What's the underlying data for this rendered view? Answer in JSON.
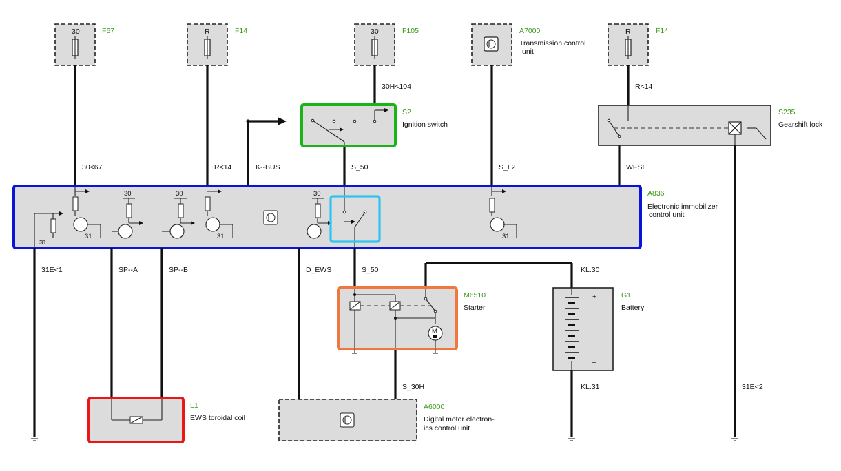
{
  "components": {
    "f67": {
      "tag": "F67",
      "terminal": "30"
    },
    "f14_left": {
      "tag": "F14",
      "terminal": "R"
    },
    "f105": {
      "tag": "F105",
      "terminal": "30"
    },
    "a7000": {
      "tag": "A7000",
      "name_line1": "Transmission control",
      "name_line2": "unit"
    },
    "f14_right": {
      "tag": "F14",
      "terminal": "R"
    },
    "s2": {
      "tag": "S2",
      "name": "Ignition switch"
    },
    "s235": {
      "tag": "S235",
      "name": "Gearshift lock"
    },
    "a836": {
      "tag": "A836",
      "name_line1": "Electronic immobilizer",
      "name_line2": "control unit"
    },
    "m6510": {
      "tag": "M6510",
      "name": "Starter",
      "motor_letter": "M"
    },
    "g1": {
      "tag": "G1",
      "name": "Battery",
      "plus": "+",
      "minus": "–"
    },
    "l1": {
      "tag": "L1",
      "name": "EWS toroidal coil"
    },
    "a6000": {
      "tag": "A6000",
      "name_line1": "Digital motor electron-",
      "name_line2": "ics control unit"
    }
  },
  "wires": {
    "w_30_67": "30<67",
    "w_r14": "R<14",
    "w_kbus": "K--BUS",
    "w_30h104": "30H<104",
    "w_s50_top": "S_50",
    "w_sl2": "S_L2",
    "w_r14_right": "R<14",
    "w_wfsi": "WFSI",
    "w_31e1": "31E<1",
    "w_spa": "SP--A",
    "w_spb": "SP--B",
    "w_dews": "D_EWS",
    "w_s50_bottom": "S_50",
    "w_kl30": "KL.30",
    "w_s30h": "S_30H",
    "w_kl31": "KL.31",
    "w_31e2": "31E<2"
  },
  "internal_labels": {
    "t30_1": "30",
    "t30_2": "30",
    "t30_3": "30",
    "g31_1": "31",
    "g31_2": "31",
    "g31_3": "31",
    "g31_4": "31"
  },
  "highlights": {
    "ignition_switch": "#18b418",
    "immobilizer": "#0a14d8",
    "relay_contact": "#2ec4f0",
    "starter": "#f07840",
    "coil": "#e81818"
  }
}
